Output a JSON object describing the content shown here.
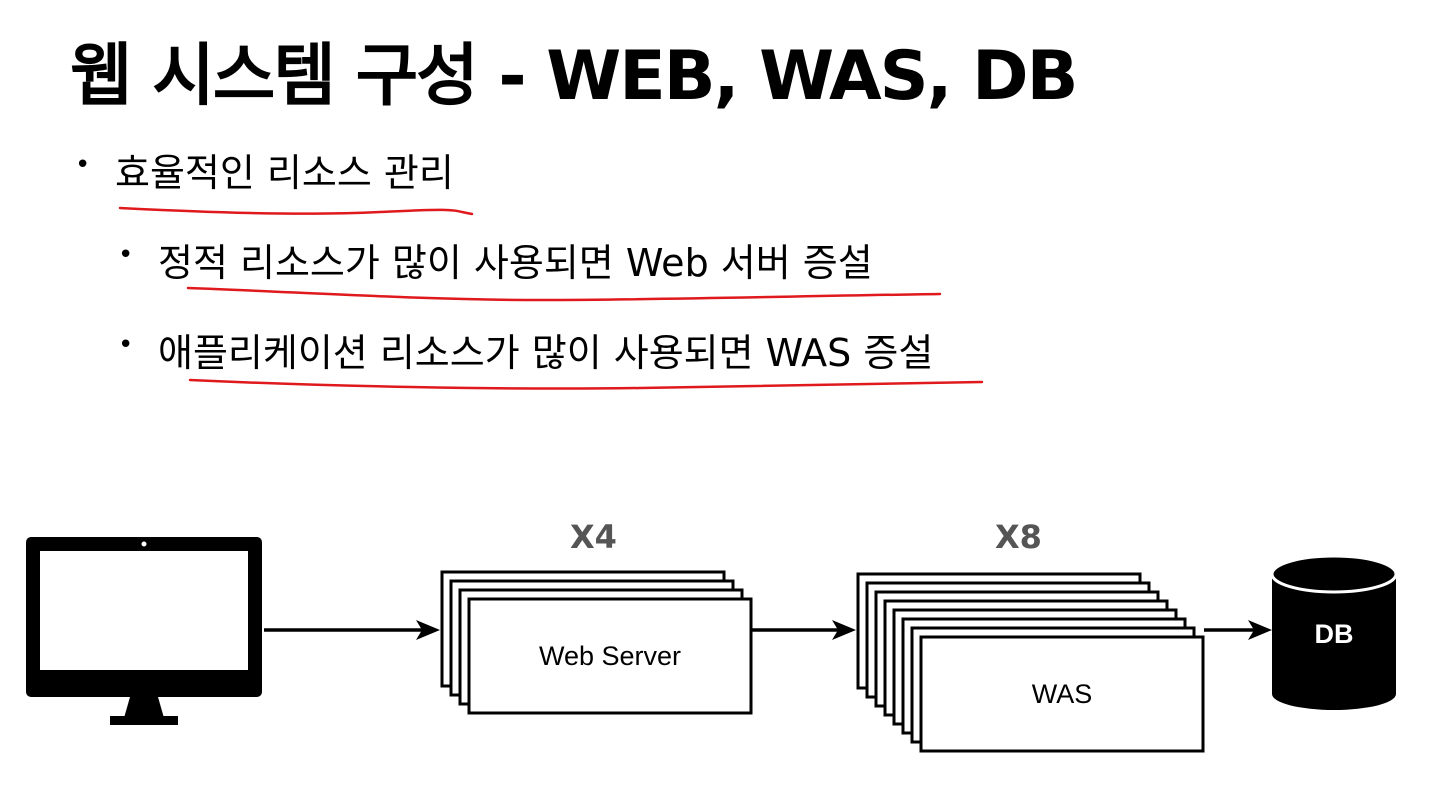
{
  "title": "웹 시스템 구성 - WEB, WAS, DB",
  "bullets": [
    "효율적인 리소스 관리",
    "정적 리소스가 많이 사용되면 Web 서버 증설",
    "애플리케이션 리소스가 많이 사용되면 WAS 증설"
  ],
  "diagram": {
    "web_server_label": "Web Server",
    "web_server_multiplier": "X4",
    "web_server_count": 4,
    "was_label": "WAS",
    "was_multiplier": "X8",
    "was_count": 8,
    "db_label": "DB",
    "underline_color": "#e0191c"
  }
}
